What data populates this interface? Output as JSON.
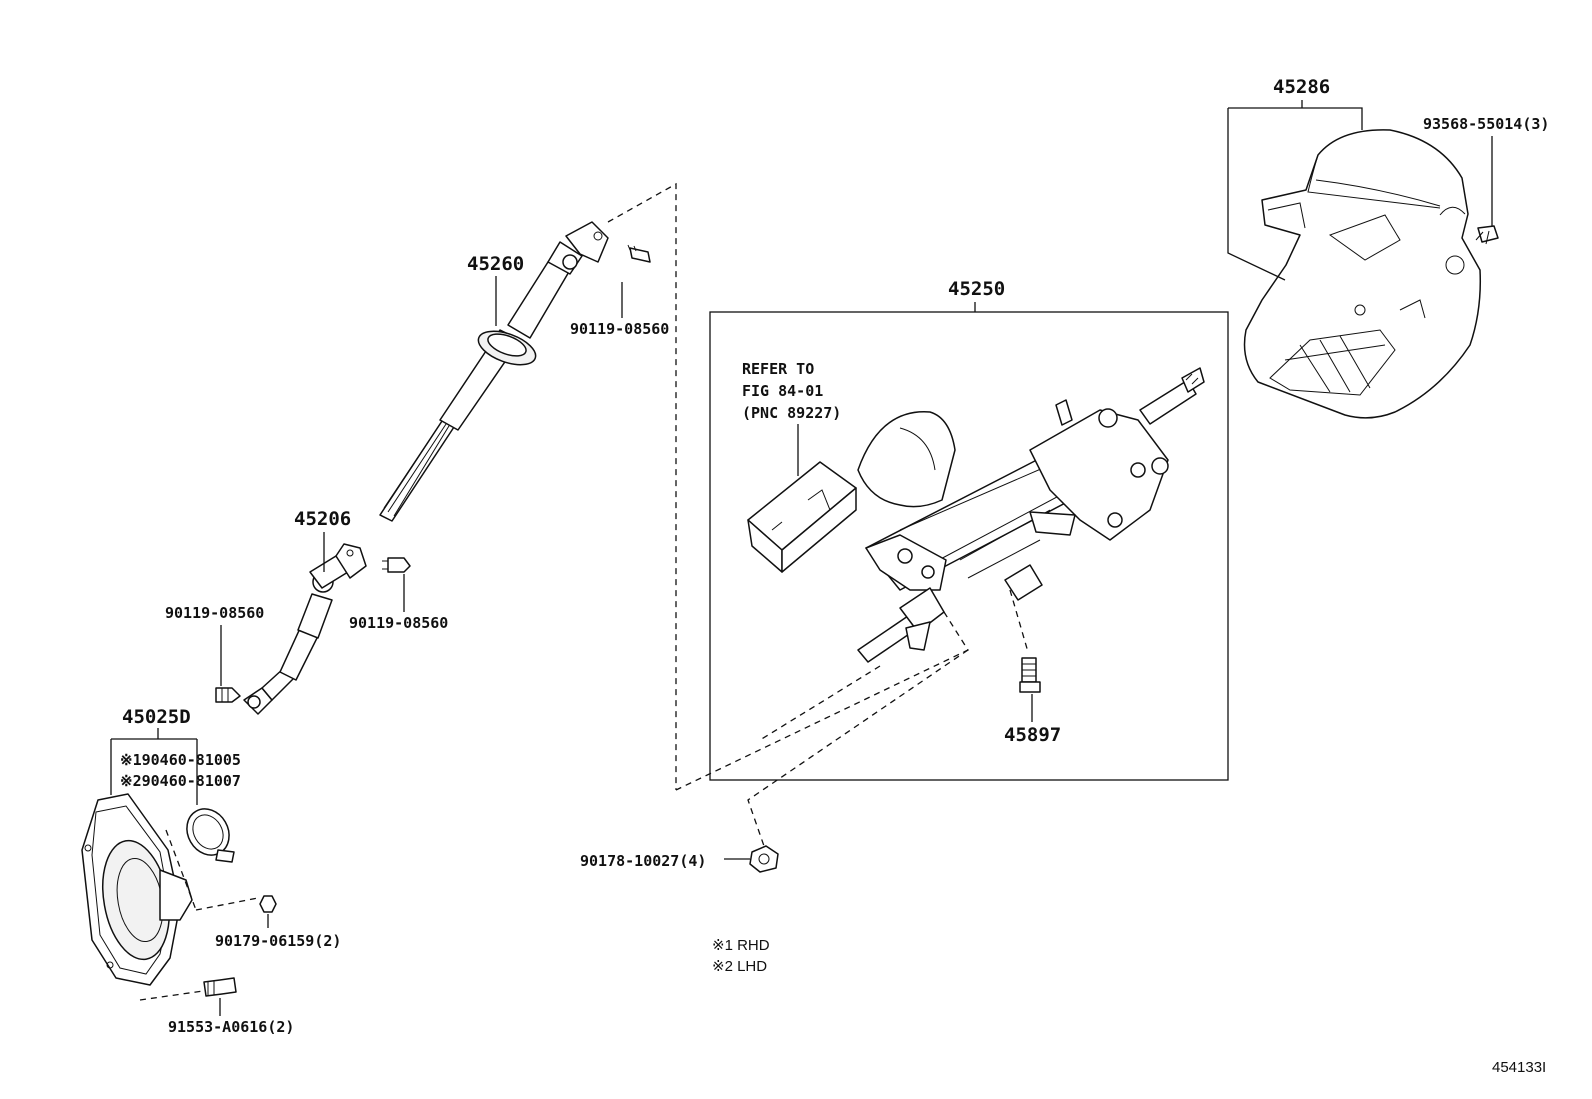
{
  "labels": {
    "p45286": "45286",
    "p93568": "93568-55014(3)",
    "p45260": "45260",
    "p90119_top": "90119-08560",
    "p45250": "45250",
    "refer_1": "REFER TO",
    "refer_2": "FIG 84-01",
    "refer_3": "(PNC 89227)",
    "p45206": "45206",
    "p90119_left": "90119-08560",
    "p90119_mid": "90119-08560",
    "p45897": "45897",
    "p45025d": "45025D",
    "p190460": "※190460-81005",
    "p290460": "※290460-81007",
    "p90178": "90178-10027(4)",
    "p90179": "90179-06159(2)",
    "p91553": "91553-A0616(2)",
    "note1": "※1 RHD",
    "note2": "※2 LHD",
    "figure_id": "454133I"
  }
}
